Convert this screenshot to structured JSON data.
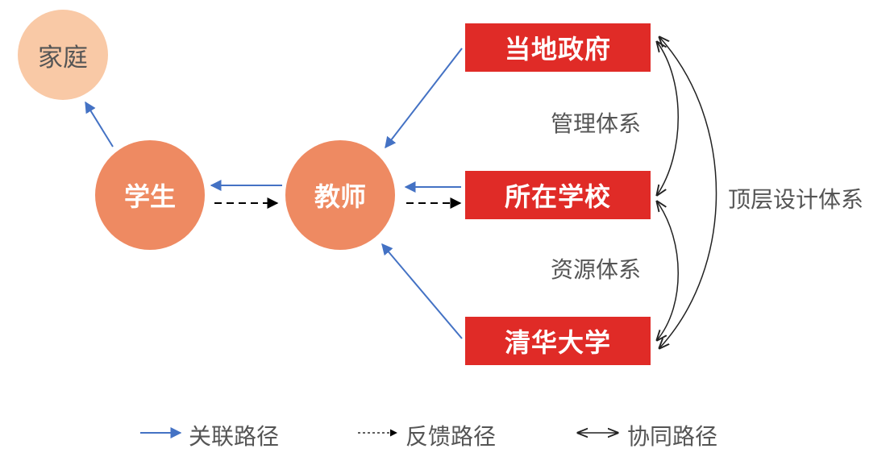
{
  "nodes": {
    "home": "家庭",
    "student": "学生",
    "teacher": "教师",
    "gov": "当地政府",
    "school": "所在学校",
    "tsinghua": "清华大学"
  },
  "labels": {
    "management": "管理体系",
    "resources": "资源体系",
    "top_design": "顶层设计体系"
  },
  "legend": {
    "related": "关联路径",
    "feedback": "反馈路径",
    "collaborative": "协同路径"
  },
  "colors": {
    "related_arrow": "#4472c4",
    "feedback_arrow": "#000000",
    "collab_arrow": "#222222",
    "box_fill": "#e02b27",
    "circle_fill": "#ee8a62",
    "home_fill": "#f9c9a6"
  }
}
